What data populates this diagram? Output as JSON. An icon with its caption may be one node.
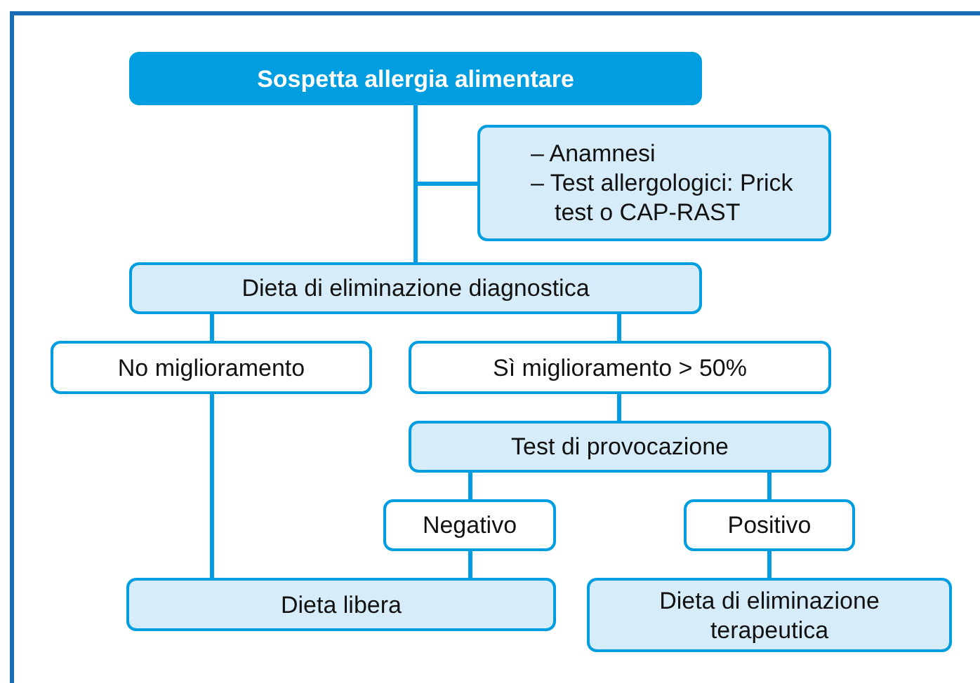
{
  "diagram": {
    "nodes": [
      {
        "text": [
          "Sospetta allergia alimentare"
        ]
      },
      {
        "text": [
          "– Anamnesi",
          "– Test allergologici: Prick test o CAP-RAST"
        ]
      },
      {
        "text": [
          "Dieta di eliminazione diagnostica"
        ]
      },
      {
        "text": [
          "No miglioramento"
        ]
      },
      {
        "text": [
          "Sì miglioramento > 50%"
        ]
      },
      {
        "text": [
          "Test di provocazione"
        ]
      },
      {
        "text": [
          "Negativo"
        ]
      },
      {
        "text": [
          "Positivo"
        ]
      },
      {
        "text": [
          "Dieta libera"
        ]
      },
      {
        "text": [
          "Dieta di eliminazione terapeutica"
        ]
      }
    ],
    "edges": [
      {
        "from": 0,
        "to": 2,
        "arrow": "none"
      },
      {
        "from": 0,
        "to": 1,
        "arrow": "none"
      },
      {
        "from": 2,
        "to": 3,
        "arrow": "none"
      },
      {
        "from": 2,
        "to": 4,
        "arrow": "none"
      },
      {
        "from": 4,
        "to": 5,
        "arrow": "none"
      },
      {
        "from": 5,
        "to": 6,
        "arrow": "none"
      },
      {
        "from": 5,
        "to": 7,
        "arrow": "none"
      },
      {
        "from": 3,
        "to": 8,
        "arrow": "none"
      },
      {
        "from": 6,
        "to": 8,
        "arrow": "none"
      },
      {
        "from": 7,
        "to": 9,
        "arrow": "none"
      }
    ]
  }
}
